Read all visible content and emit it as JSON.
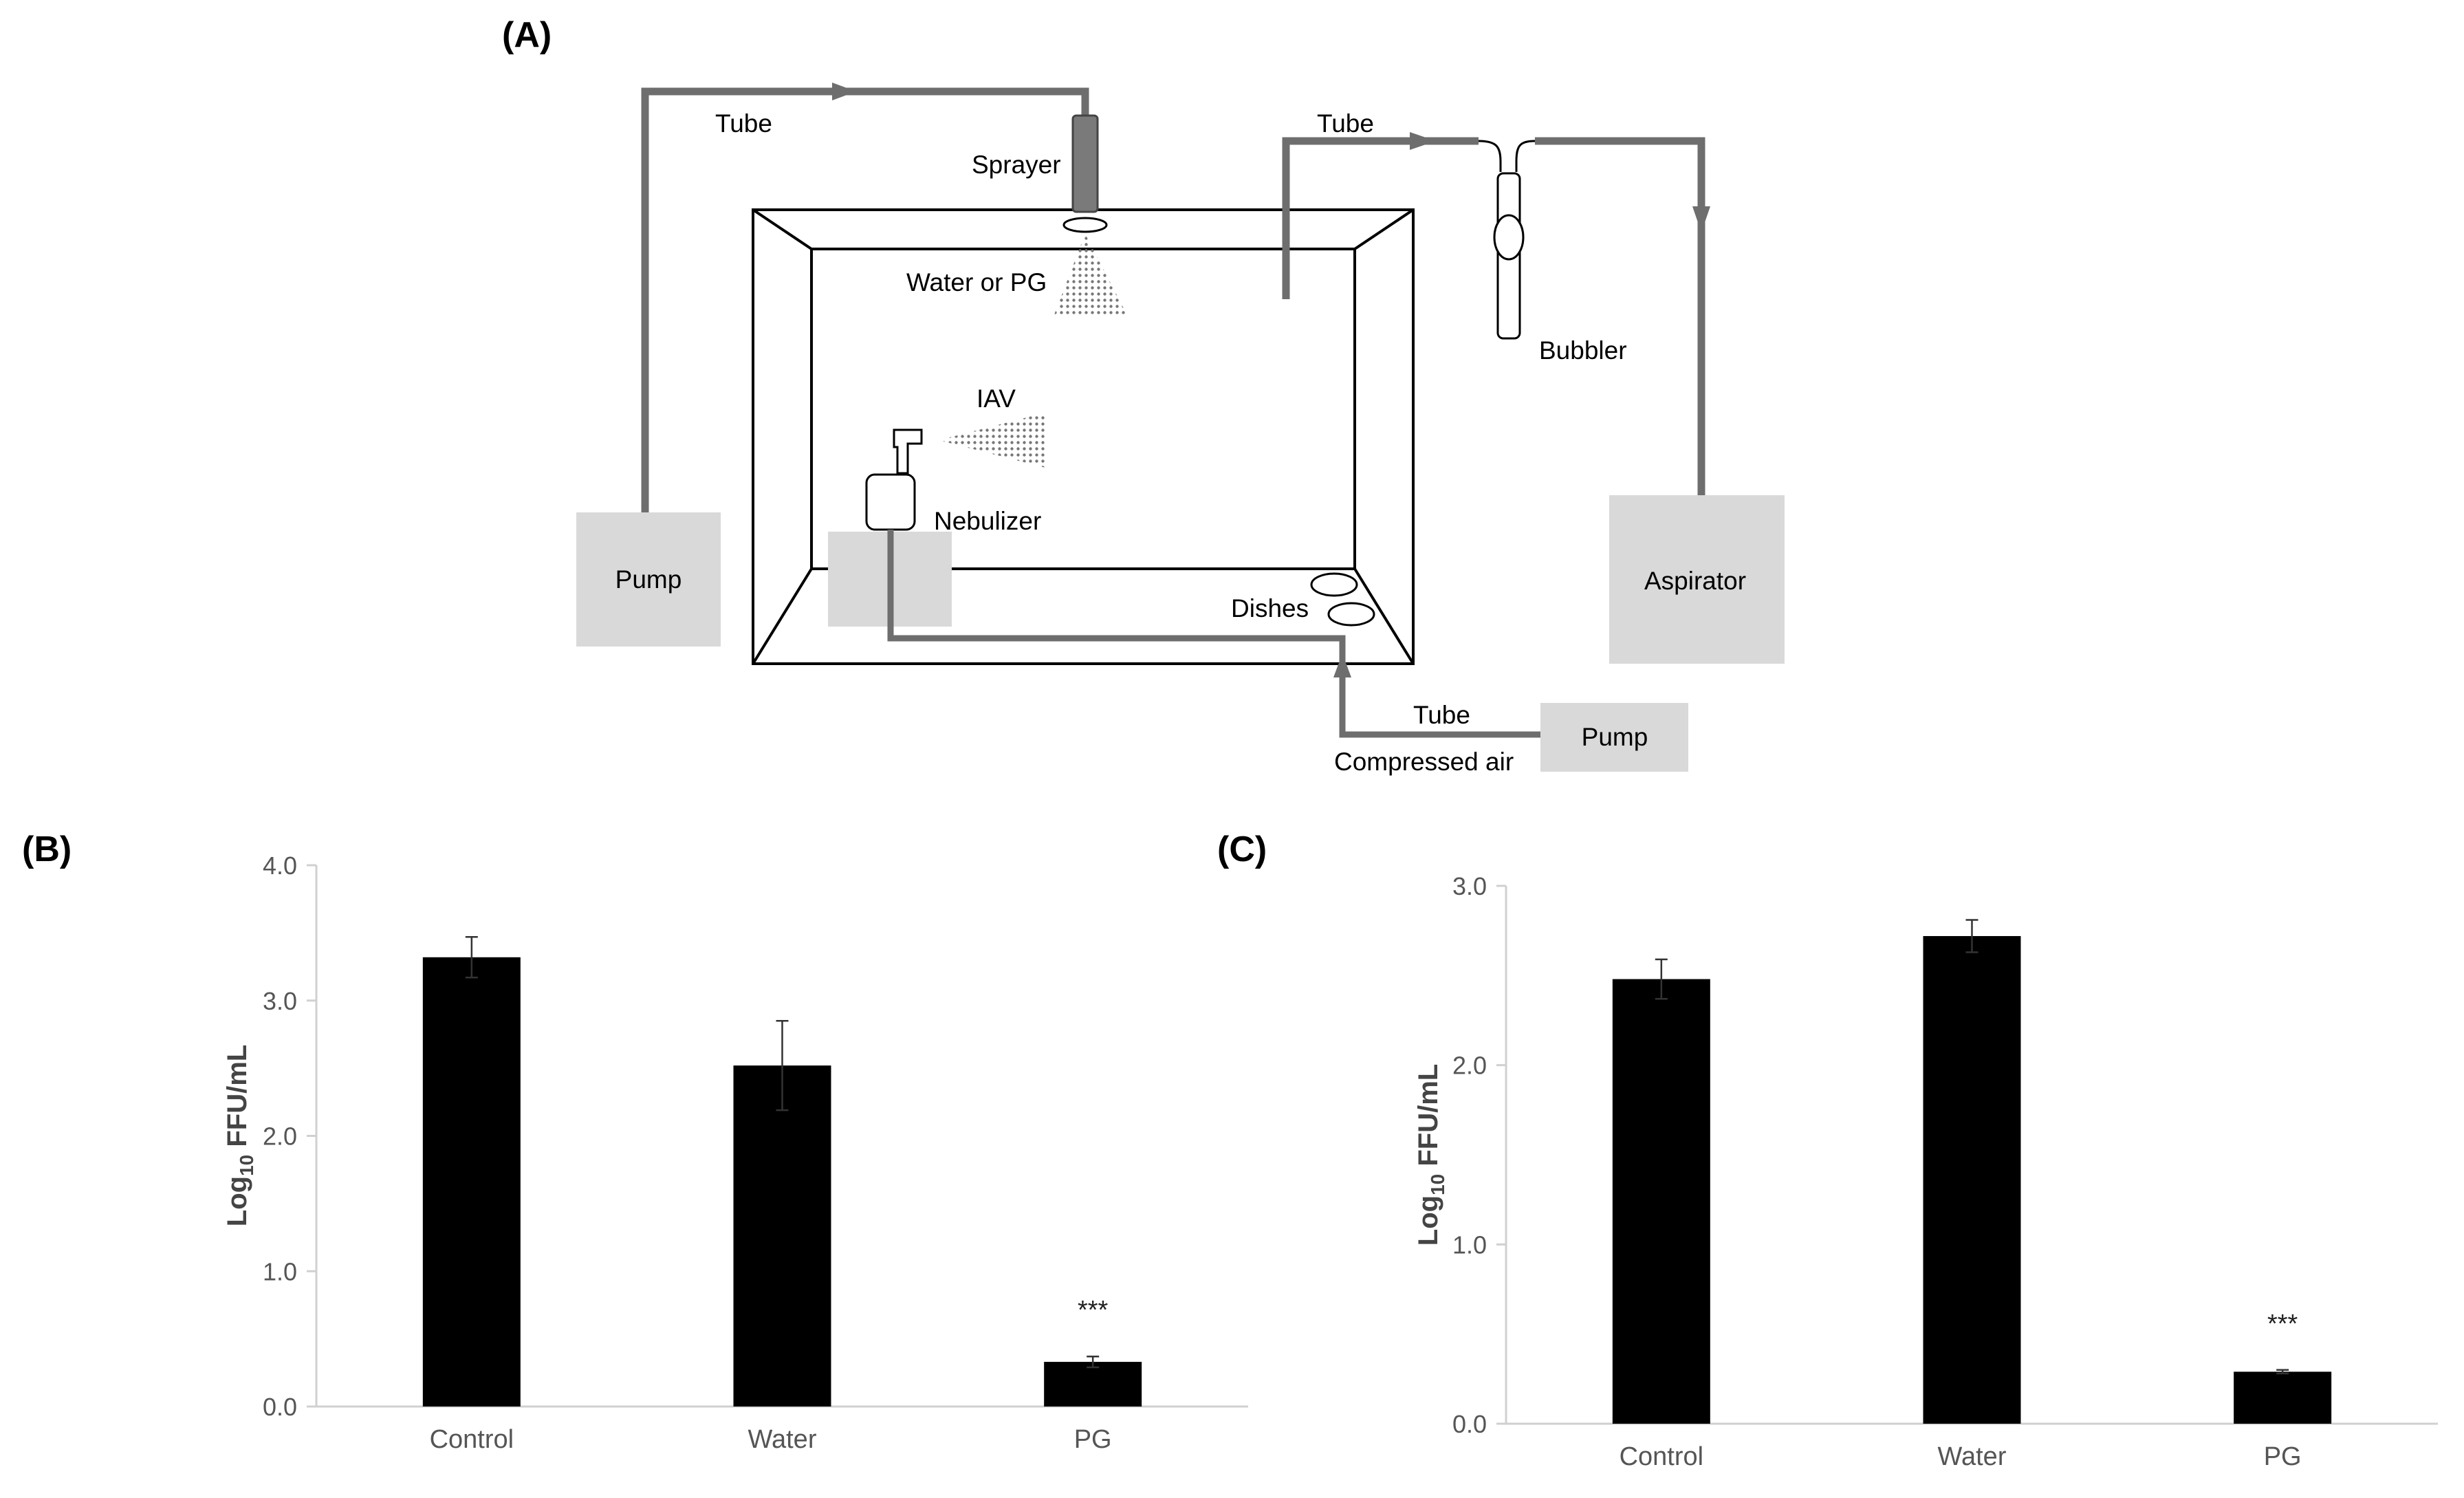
{
  "panels": {
    "a": {
      "label": "(A)"
    },
    "b": {
      "label": "(B)"
    },
    "c": {
      "label": "(C)"
    }
  },
  "diagram": {
    "tube_top": "Tube",
    "sprayer": "Sprayer",
    "water_or_pg": "Water or PG",
    "tube_right": "Tube",
    "bubbler": "Bubbler",
    "iav": "IAV",
    "nebulizer": "Nebulizer",
    "pump_left": "Pump",
    "dishes": "Dishes",
    "aspirator": "Aspirator",
    "tube_bottom": "Tube",
    "pump_bottom": "Pump",
    "compressed_air": "Compressed air",
    "colors": {
      "line": "#6e6e6e",
      "box_fill": "#d9d9d9",
      "outline": "#000000"
    }
  },
  "chart_data": [
    {
      "panel": "(B)",
      "type": "bar",
      "categories": [
        "Control",
        "Water",
        "PG"
      ],
      "values": [
        3.32,
        2.52,
        0.33
      ],
      "errors": [
        0.15,
        0.33,
        0.04
      ],
      "annotations": [
        "",
        "",
        "***"
      ],
      "ylabel_main": "Log",
      "ylabel_sub": "10",
      "ylabel_rest": " FFU/mL",
      "ylim": [
        0,
        4
      ],
      "yticks": [
        "0.0",
        "1.0",
        "2.0",
        "3.0",
        "4.0"
      ],
      "bar_color": "#000000"
    },
    {
      "panel": "(C)",
      "type": "bar",
      "categories": [
        "Control",
        "Water",
        "PG"
      ],
      "values": [
        2.48,
        2.72,
        0.29
      ],
      "errors": [
        0.11,
        0.09,
        0.01
      ],
      "annotations": [
        "",
        "",
        "***"
      ],
      "ylabel_main": "Log",
      "ylabel_sub": "10",
      "ylabel_rest": " FFU/mL",
      "ylim": [
        0,
        3
      ],
      "yticks": [
        "0.0",
        "1.0",
        "2.0",
        "3.0"
      ],
      "bar_color": "#000000"
    }
  ]
}
